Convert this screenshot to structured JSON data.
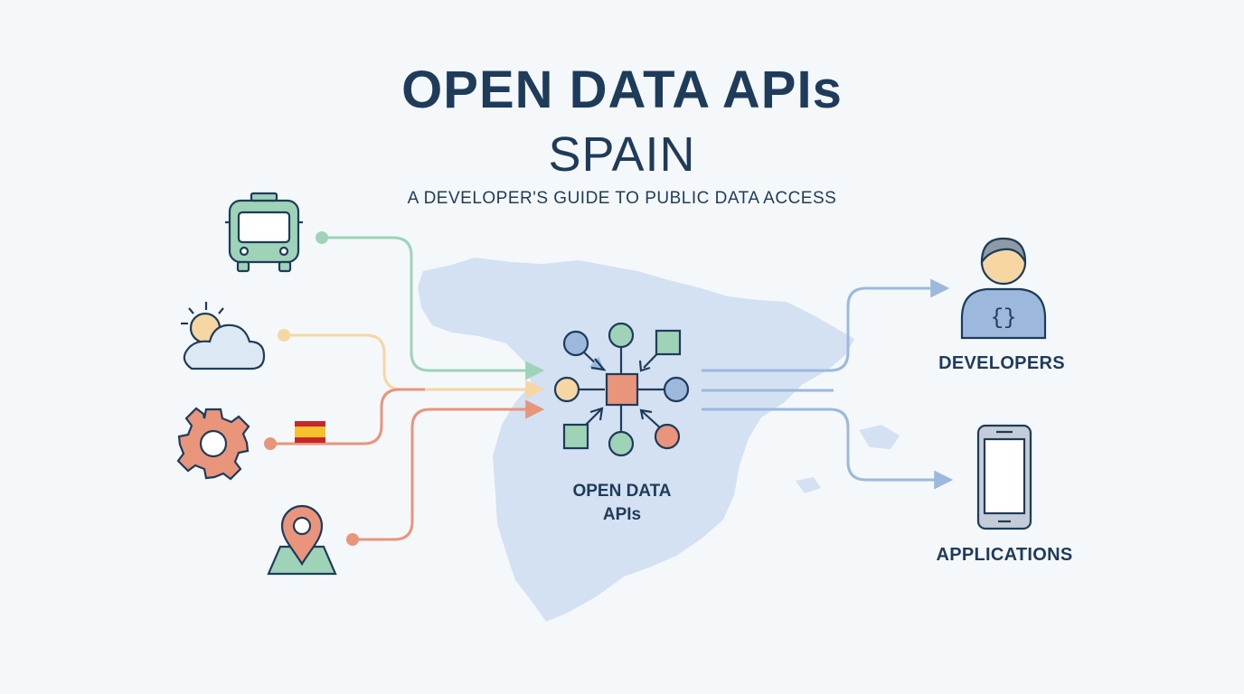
{
  "header": {
    "title": "OPEN DATA APIs",
    "subtitle": "SPAIN",
    "tagline": "A DEVELOPER'S GUIDE TO PUBLIC DATA ACCESS"
  },
  "hub": {
    "line1": "OPEN DATA",
    "line2": "APIs"
  },
  "outputs": {
    "developers": "DEVELOPERS",
    "applications": "APPLICATIONS"
  },
  "icons": {
    "sources": [
      "bus-icon",
      "weather-icon",
      "gear-icon",
      "spain-flag-icon",
      "map-pin-icon"
    ],
    "outputs": [
      "developer-icon",
      "smartphone-icon"
    ]
  },
  "colors": {
    "navy": "#1f3b5a",
    "map": "#d3e1f2",
    "transport": "#9fd3b8",
    "weather": "#f6d6a3",
    "government": "#e8957c",
    "location": "#e8957c",
    "output": "#9cb9dd"
  }
}
